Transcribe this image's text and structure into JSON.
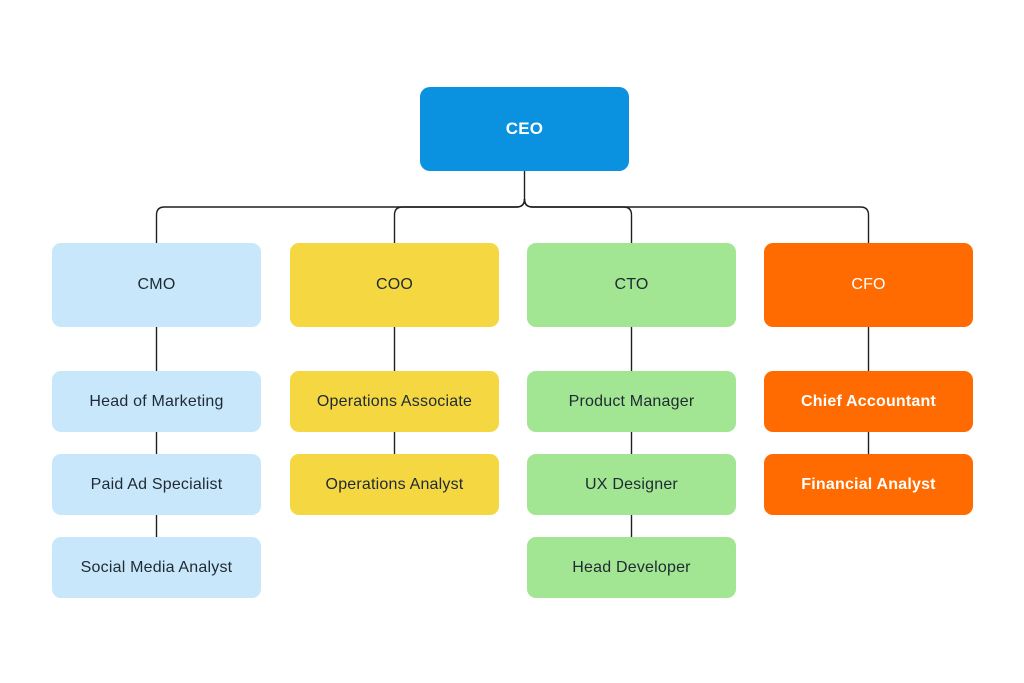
{
  "org_chart": {
    "root": {
      "label": "CEO",
      "color": "#0a92e0"
    },
    "departments": [
      {
        "id": "cmo",
        "label": "CMO",
        "color": "#c9e7fb",
        "text_color": "#1f2a33",
        "staff": [
          "Head of Marketing",
          "Paid Ad Specialist",
          "Social Media Analyst"
        ]
      },
      {
        "id": "coo",
        "label": "COO",
        "color": "#f5d742",
        "text_color": "#1f2a33",
        "staff": [
          "Operations Associate",
          "Operations Analyst"
        ]
      },
      {
        "id": "cto",
        "label": "CTO",
        "color": "#a2e592",
        "text_color": "#1f2a33",
        "staff": [
          "Product Manager",
          "UX Designer",
          "Head Developer"
        ]
      },
      {
        "id": "cfo",
        "label": "CFO",
        "color": "#ff6b00",
        "text_color": "#ffffff",
        "staff": [
          "Chief Accountant",
          "Financial Analyst"
        ]
      }
    ],
    "connector_color": "#1f1f1f"
  }
}
